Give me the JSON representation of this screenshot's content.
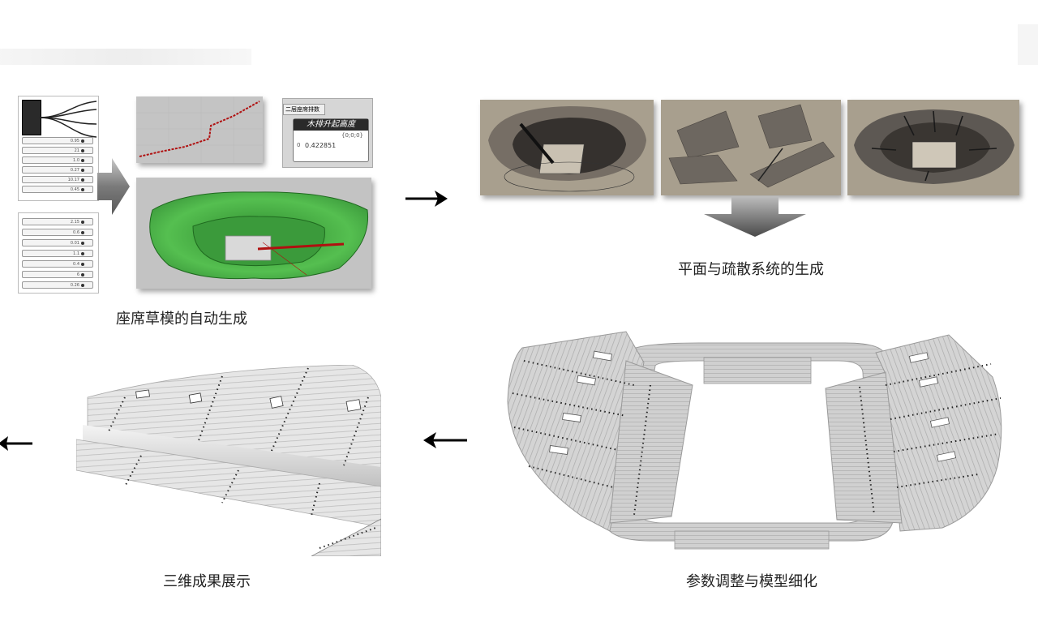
{
  "steps": [
    {
      "caption": "座席草模的自动生成"
    },
    {
      "caption": "平面与疏散系统的生成"
    },
    {
      "caption": "参数调整与模型细化"
    },
    {
      "caption": "三维成果展示"
    }
  ],
  "nodes": {
    "slider_list_label": "二层座席排数",
    "riser_node_title": "木排升起高度",
    "riser_node_path": "{0;0;0}",
    "riser_node_index": "0",
    "riser_node_value": "0.422851"
  },
  "colors": {
    "seat_model_green": "#3fae3f",
    "bg_beige": "#a89f8e",
    "arrow_gray": "#8a8a8a"
  }
}
